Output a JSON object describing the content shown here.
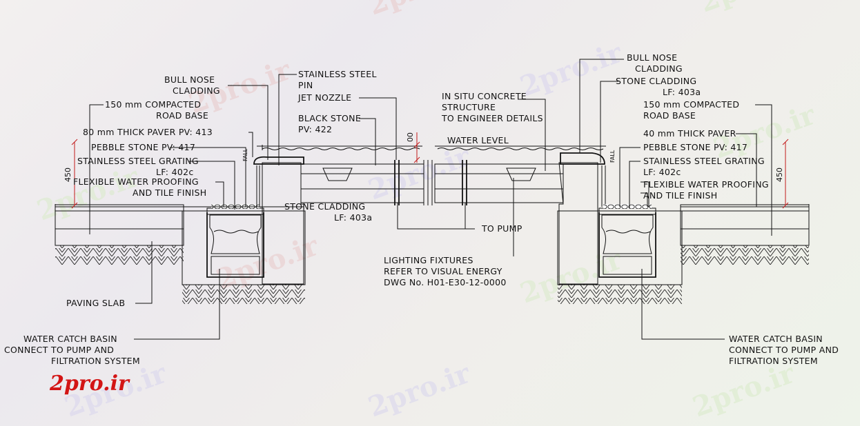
{
  "labels": {
    "bull_nose_left": [
      "BULL NOSE",
      "CLADDING"
    ],
    "stainless_pin": [
      "STAINLESS STEEL",
      "PIN"
    ],
    "jet_nozzle": "JET NOZZLE",
    "black_stone": [
      "BLACK STONE",
      "PV: 422"
    ],
    "in_situ": [
      "IN SITU CONCRETE",
      "STRUCTURE",
      "TO ENGINEER DETAILS"
    ],
    "bull_nose_right": [
      "BULL NOSE",
      "CLADDING"
    ],
    "stone_cladding_right": [
      "STONE CLADDING",
      "LF: 403a"
    ],
    "road_base_left": [
      "150 mm COMPACTED",
      "ROAD BASE"
    ],
    "road_base_right": [
      "150 mm COMPACTED",
      "ROAD BASE"
    ],
    "paver_left": "80 mm THICK PAVER  PV: 413",
    "paver_right": "40 mm THICK PAVER",
    "pebble_left": "PEBBLE STONE  PV: 417",
    "pebble_right": "PEBBLE STONE   PV: 417",
    "grating_left": [
      "STAINLESS STEEL GRATING",
      "LF: 402c"
    ],
    "grating_right": [
      "STAINLESS STEEL GRATING",
      "LF: 402c"
    ],
    "waterproof_left": [
      "FLEXIBLE WATER PROOFING",
      "AND TILE FINISH"
    ],
    "waterproof_right": [
      "FLEXIBLE WATER PROOFING",
      "AND TILE FINISH"
    ],
    "water_level": "WATER LEVEL",
    "stone_cladding_mid": [
      "STONE CLADDING",
      "LF: 403a"
    ],
    "to_pump": "TO PUMP",
    "lighting": [
      "LIGHTING FIXTURES",
      "REFER TO VISUAL ENERGY",
      "DWG No. H01-E30-12-0000"
    ],
    "paving_slab": "PAVING SLAB",
    "catch_basin_left": [
      "WATER CATCH BASIN",
      "CONNECT TO PUMP AND",
      "FILTRATION SYSTEM"
    ],
    "catch_basin_right": [
      "WATER CATCH BASIN",
      "CONNECT TO PUMP AND",
      "FILTRATION SYSTEM"
    ]
  },
  "dimensions": {
    "left_height": "450",
    "right_height": "450",
    "water_gap": "00",
    "fall_left": "FALL",
    "fall_right": "FALL"
  },
  "watermark": "2pro.ir",
  "brand_logo": "2pro.ir",
  "colors": {
    "label": "#111111",
    "dimension": "#c21a1a",
    "brand": "#d31515",
    "watermark_red": "#e9c9c9",
    "watermark_green": "#d9ebc9"
  }
}
